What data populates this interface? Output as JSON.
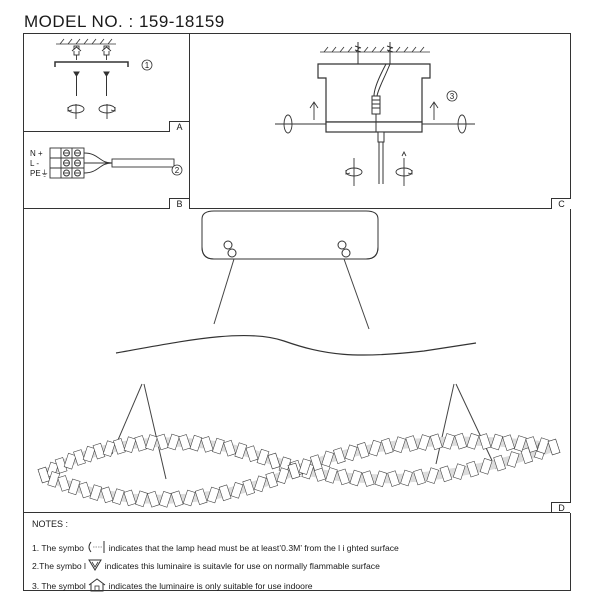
{
  "header": {
    "model_label": "MODEL NO. : 159-18159"
  },
  "panels": {
    "a": {
      "tag": "A",
      "step": "1"
    },
    "b": {
      "tag": "B",
      "step": "2",
      "terminals": [
        "N +",
        "L -",
        "PE⏚"
      ]
    },
    "c": {
      "tag": "C",
      "step": "3"
    },
    "d": {
      "tag": "D"
    }
  },
  "notes": {
    "title": "NOTES :",
    "items": [
      {
        "prefix": "1. The symbo",
        "text": "indicates that the lamp head must be at least’0.3M’ from the l i ghted surface",
        "icon": "distance-symbol-icon"
      },
      {
        "prefix": "2.The symbo l",
        "text": "indicates this luminaire is suitavle for use on normally flammable surface",
        "icon": "flammable-surface-icon"
      },
      {
        "prefix": "3. The symbol",
        "text": "indicates the luminaire is only suitable for use indoore",
        "icon": "indoor-house-icon"
      }
    ]
  },
  "colors": {
    "line": "#333333",
    "ink": "#1a1a1a"
  }
}
